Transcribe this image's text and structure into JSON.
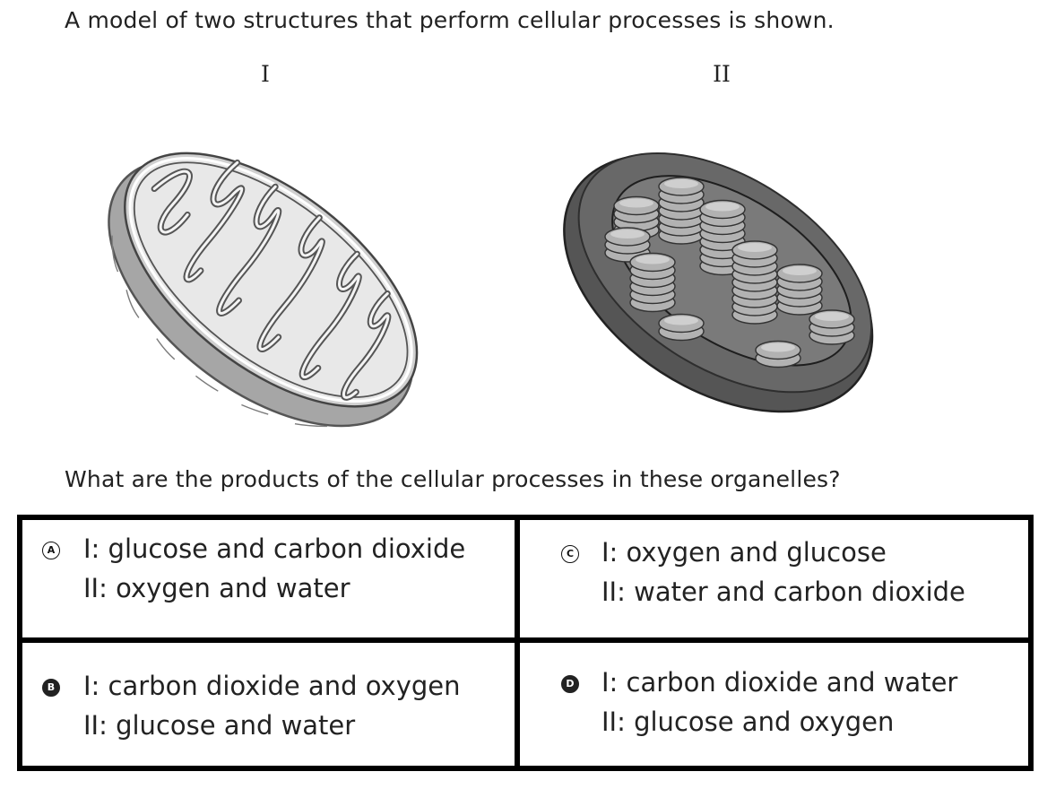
{
  "intro": "A model of two structures that perform cellular processes is shown.",
  "figures": {
    "label_i": "I",
    "label_ii": "II"
  },
  "question": "What are the products of the cellular processes in these organelles?",
  "options": {
    "a": {
      "letter": "A",
      "line1": "I: glucose and carbon dioxide",
      "line2": "II: oxygen and water"
    },
    "b": {
      "letter": "B",
      "line1": "I: carbon dioxide and oxygen",
      "line2": "II: glucose and water"
    },
    "c": {
      "letter": "C",
      "line1": "I: oxygen and glucose",
      "line2": "II: water and carbon dioxide"
    },
    "d": {
      "letter": "D",
      "line1": "I: carbon dioxide and water",
      "line2": "II: glucose and oxygen"
    }
  },
  "colors": {
    "mito_outer": "#a8a8a8",
    "mito_matrix": "#e6e6e6",
    "chloro_outer": "#555555",
    "chloro_inner": "#7a7a7a",
    "thylakoid": "#b0b0b0"
  }
}
